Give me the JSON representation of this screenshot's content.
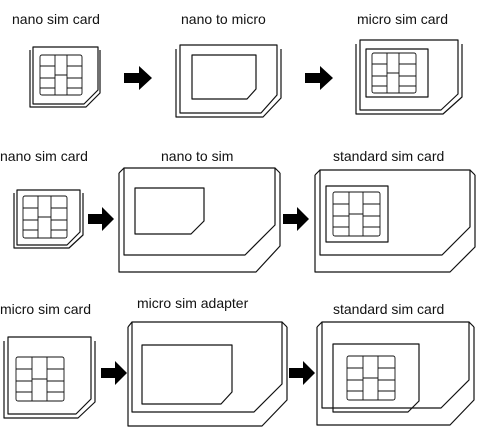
{
  "rows": [
    {
      "left": "nano sim card",
      "middle": "nano to micro",
      "right": "micro sim card"
    },
    {
      "left": "nano sim card",
      "middle": "nano to sim",
      "right": "standard sim card"
    },
    {
      "left": "micro sim card",
      "middle": "micro sim adapter",
      "right": "standard sim card"
    }
  ],
  "colors": {
    "line": "#111111",
    "arrow": "#000000",
    "background": "#ffffff"
  },
  "icons": [
    "sim-card-icon",
    "adapter-frame-icon",
    "right-arrow-icon"
  ]
}
